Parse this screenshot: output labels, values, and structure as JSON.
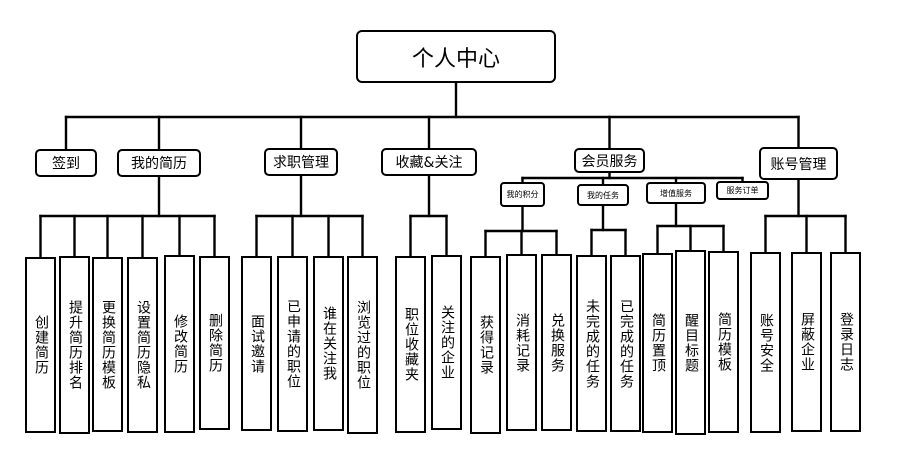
{
  "root": {
    "label": "个人中心"
  },
  "categories": [
    {
      "id": "sign-in",
      "label": "签到",
      "children": []
    },
    {
      "id": "my-resume",
      "label": "我的简历",
      "children": [
        "创建简历",
        "提升简历排名",
        "更换简历模板",
        "设置简历隐私",
        "修改简历",
        "删除简历"
      ]
    },
    {
      "id": "job-management",
      "label": "求职管理",
      "children": [
        "面试邀请",
        "已申请的职位",
        "谁在关注我",
        "浏览过的职位"
      ]
    },
    {
      "id": "favorites-follow",
      "label": "收藏&关注",
      "children": [
        "职位收藏夹",
        "关注的企业"
      ]
    },
    {
      "id": "member-services",
      "label": "会员服务",
      "subcategories": [
        {
          "id": "my-points",
          "label": "我的积分",
          "children": [
            "获得记录",
            "消耗记录",
            "兑换服务"
          ]
        },
        {
          "id": "my-tasks",
          "label": "我的任务",
          "children": [
            "未完成的任务",
            "已完成的任务"
          ]
        },
        {
          "id": "value-added",
          "label": "增值服务",
          "children": [
            "简历置顶",
            "醒目标题",
            "简历模板"
          ]
        },
        {
          "id": "service-orders",
          "label": "服务订单",
          "children": []
        }
      ]
    },
    {
      "id": "account-management",
      "label": "账号管理",
      "children": [
        "账号安全",
        "屏蔽企业",
        "登录日志"
      ]
    }
  ]
}
